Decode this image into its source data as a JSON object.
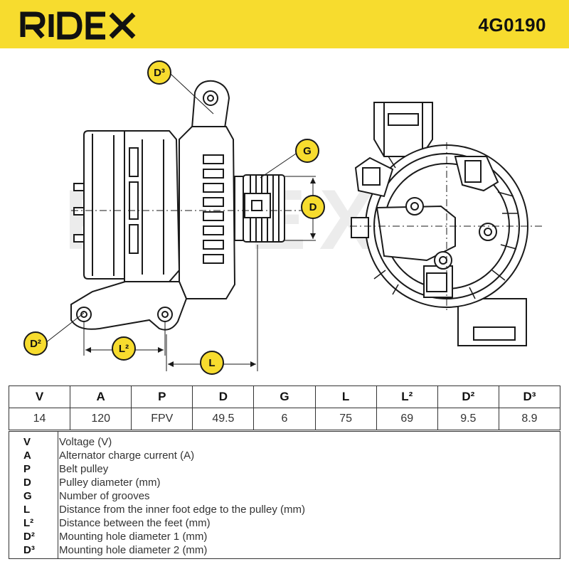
{
  "brand": "RIDEX",
  "part_number": "4G0190",
  "watermark": "RIDEX",
  "badges": {
    "d3": "D³",
    "g": "G",
    "d": "D",
    "d2": "D²",
    "l2": "L²",
    "l": "L"
  },
  "table": {
    "headers": [
      "V",
      "A",
      "P",
      "D",
      "G",
      "L",
      "L²",
      "D²",
      "D³"
    ],
    "values": [
      "14",
      "120",
      "FPV",
      "49.5",
      "6",
      "75",
      "69",
      "9.5",
      "8.9"
    ]
  },
  "legend": [
    {
      "key": "V",
      "desc": "Voltage (V)"
    },
    {
      "key": "A",
      "desc": "Alternator charge current (A)"
    },
    {
      "key": "P",
      "desc": "Belt pulley"
    },
    {
      "key": "D",
      "desc": "Pulley diameter (mm)"
    },
    {
      "key": "G",
      "desc": "Number of grooves"
    },
    {
      "key": "L",
      "desc": "Distance from the inner foot edge to the pulley (mm)"
    },
    {
      "key": "L²",
      "desc": "Distance between the feet (mm)"
    },
    {
      "key": "D²",
      "desc": "Mounting hole diameter 1 (mm)"
    },
    {
      "key": "D³",
      "desc": "Mounting hole diameter 2 (mm)"
    }
  ],
  "colors": {
    "header_bg": "#f7dc2e",
    "badge_fill": "#f7dc2e",
    "line": "#1a1a1a"
  }
}
